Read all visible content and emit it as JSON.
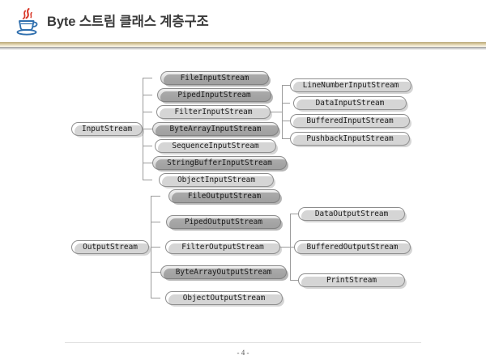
{
  "header": {
    "title": "Byte 스트림 클래스 계층구조",
    "logo_icon": "java-coffee-cup-icon",
    "bar_color": "#d6c79c"
  },
  "footer": {
    "page_number": "- 4 -"
  },
  "diagram": {
    "input_section": {
      "root": {
        "label": "InputStream",
        "style": "plain"
      },
      "children": [
        {
          "label": "FileInputStream",
          "style": "filled"
        },
        {
          "label": "PipedInputStream",
          "style": "filled"
        },
        {
          "label": "FilterInputStream",
          "style": "plain"
        },
        {
          "label": "ByteArrayInputStream",
          "style": "filled"
        },
        {
          "label": "SequenceInputStream",
          "style": "plain"
        },
        {
          "label": "StringBufferInputStream",
          "style": "filled"
        },
        {
          "label": "ObjectInputStream",
          "style": "plain"
        }
      ],
      "filter_children": [
        {
          "label": "LineNumberInputStream",
          "style": "plain"
        },
        {
          "label": "DataInputStream",
          "style": "plain"
        },
        {
          "label": "BufferedInputStream",
          "style": "plain"
        },
        {
          "label": "PushbackInputStream",
          "style": "plain"
        }
      ]
    },
    "output_section": {
      "root": {
        "label": "OutputStream",
        "style": "plain"
      },
      "children": [
        {
          "label": "FileOutputStream",
          "style": "filled"
        },
        {
          "label": "PipedOutputStream",
          "style": "filled"
        },
        {
          "label": "FilterOutputStream",
          "style": "plain"
        },
        {
          "label": "ByteArrayOutputStream",
          "style": "filled"
        },
        {
          "label": "ObjectOutputStream",
          "style": "plain"
        }
      ],
      "filter_children": [
        {
          "label": "DataOutputStream",
          "style": "plain"
        },
        {
          "label": "BufferedOutputStream",
          "style": "plain"
        },
        {
          "label": "PrintStream",
          "style": "plain"
        }
      ]
    }
  }
}
